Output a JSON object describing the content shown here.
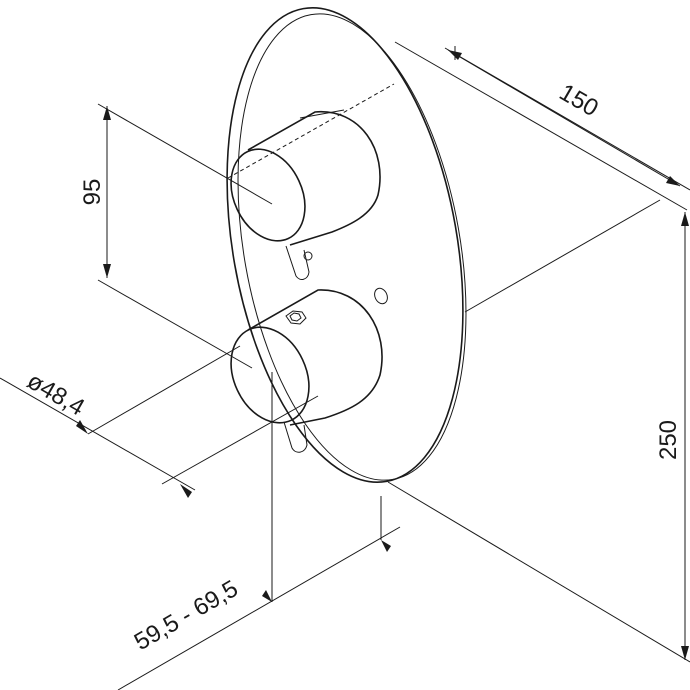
{
  "drawing": {
    "dimensions": {
      "width": "150",
      "height": "250",
      "spacing": "95",
      "diameter": "ø48,4",
      "depth": "59,5 - 69,5"
    },
    "colors": {
      "line": "#1a1a1a",
      "background": "#ffffff"
    }
  }
}
